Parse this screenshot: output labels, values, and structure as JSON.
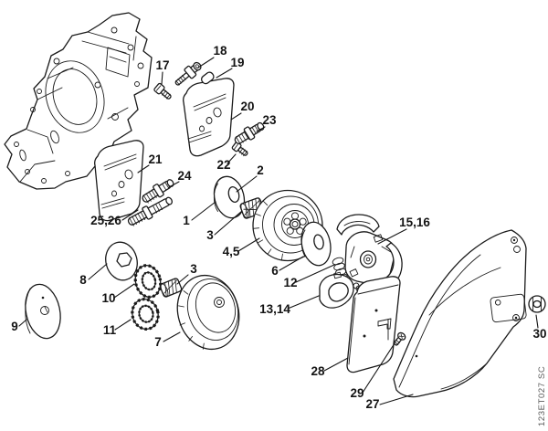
{
  "diagram": {
    "type": "exploded-parts-diagram",
    "watermark": "123ET027 SC",
    "colors": {
      "background": "#ffffff",
      "line": "#1a1a1a",
      "label_text": "#141414",
      "watermark_text": "#5a5a5a"
    },
    "labels": [
      {
        "text": "17"
      },
      {
        "text": "18"
      },
      {
        "text": "19"
      },
      {
        "text": "20"
      },
      {
        "text": "23"
      },
      {
        "text": "22"
      },
      {
        "text": "21"
      },
      {
        "text": "24"
      },
      {
        "text": "2"
      },
      {
        "text": "25,26"
      },
      {
        "text": "1"
      },
      {
        "text": "3"
      },
      {
        "text": "4,5"
      },
      {
        "text": "6"
      },
      {
        "text": "12"
      },
      {
        "text": "13,14"
      },
      {
        "text": "15,16"
      },
      {
        "text": "8"
      },
      {
        "text": "10"
      },
      {
        "text": "3"
      },
      {
        "text": "9"
      },
      {
        "text": "11"
      },
      {
        "text": "7"
      },
      {
        "text": "28"
      },
      {
        "text": "29"
      },
      {
        "text": "27"
      },
      {
        "text": "30"
      }
    ]
  }
}
